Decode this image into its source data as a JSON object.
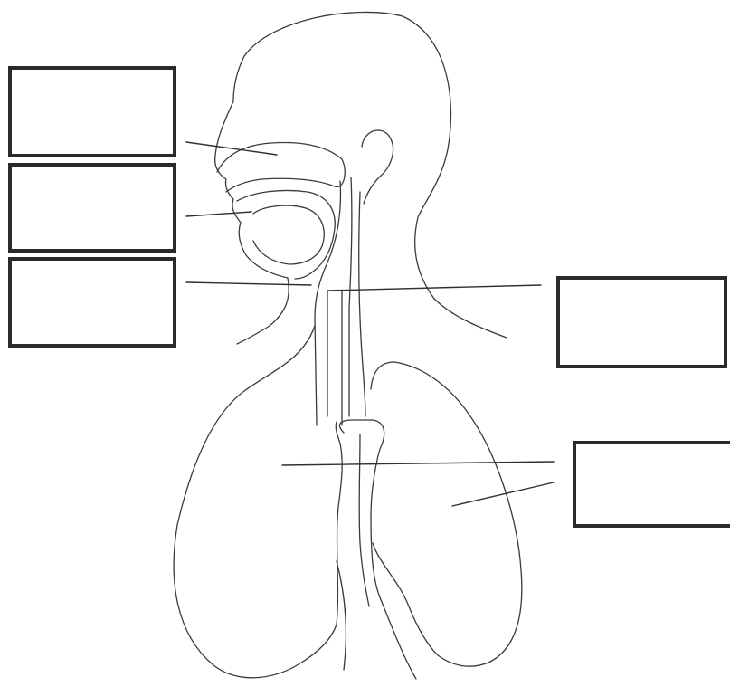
{
  "diagram": {
    "label_boxes": [
      {
        "id": "box-1",
        "text": ""
      },
      {
        "id": "box-2",
        "text": ""
      },
      {
        "id": "box-3",
        "text": ""
      },
      {
        "id": "box-4",
        "text": ""
      },
      {
        "id": "box-5",
        "text": ""
      }
    ]
  },
  "colors": {
    "line": "#3a3a3a",
    "box_border": "#2a2a2a",
    "background": "#ffffff"
  }
}
